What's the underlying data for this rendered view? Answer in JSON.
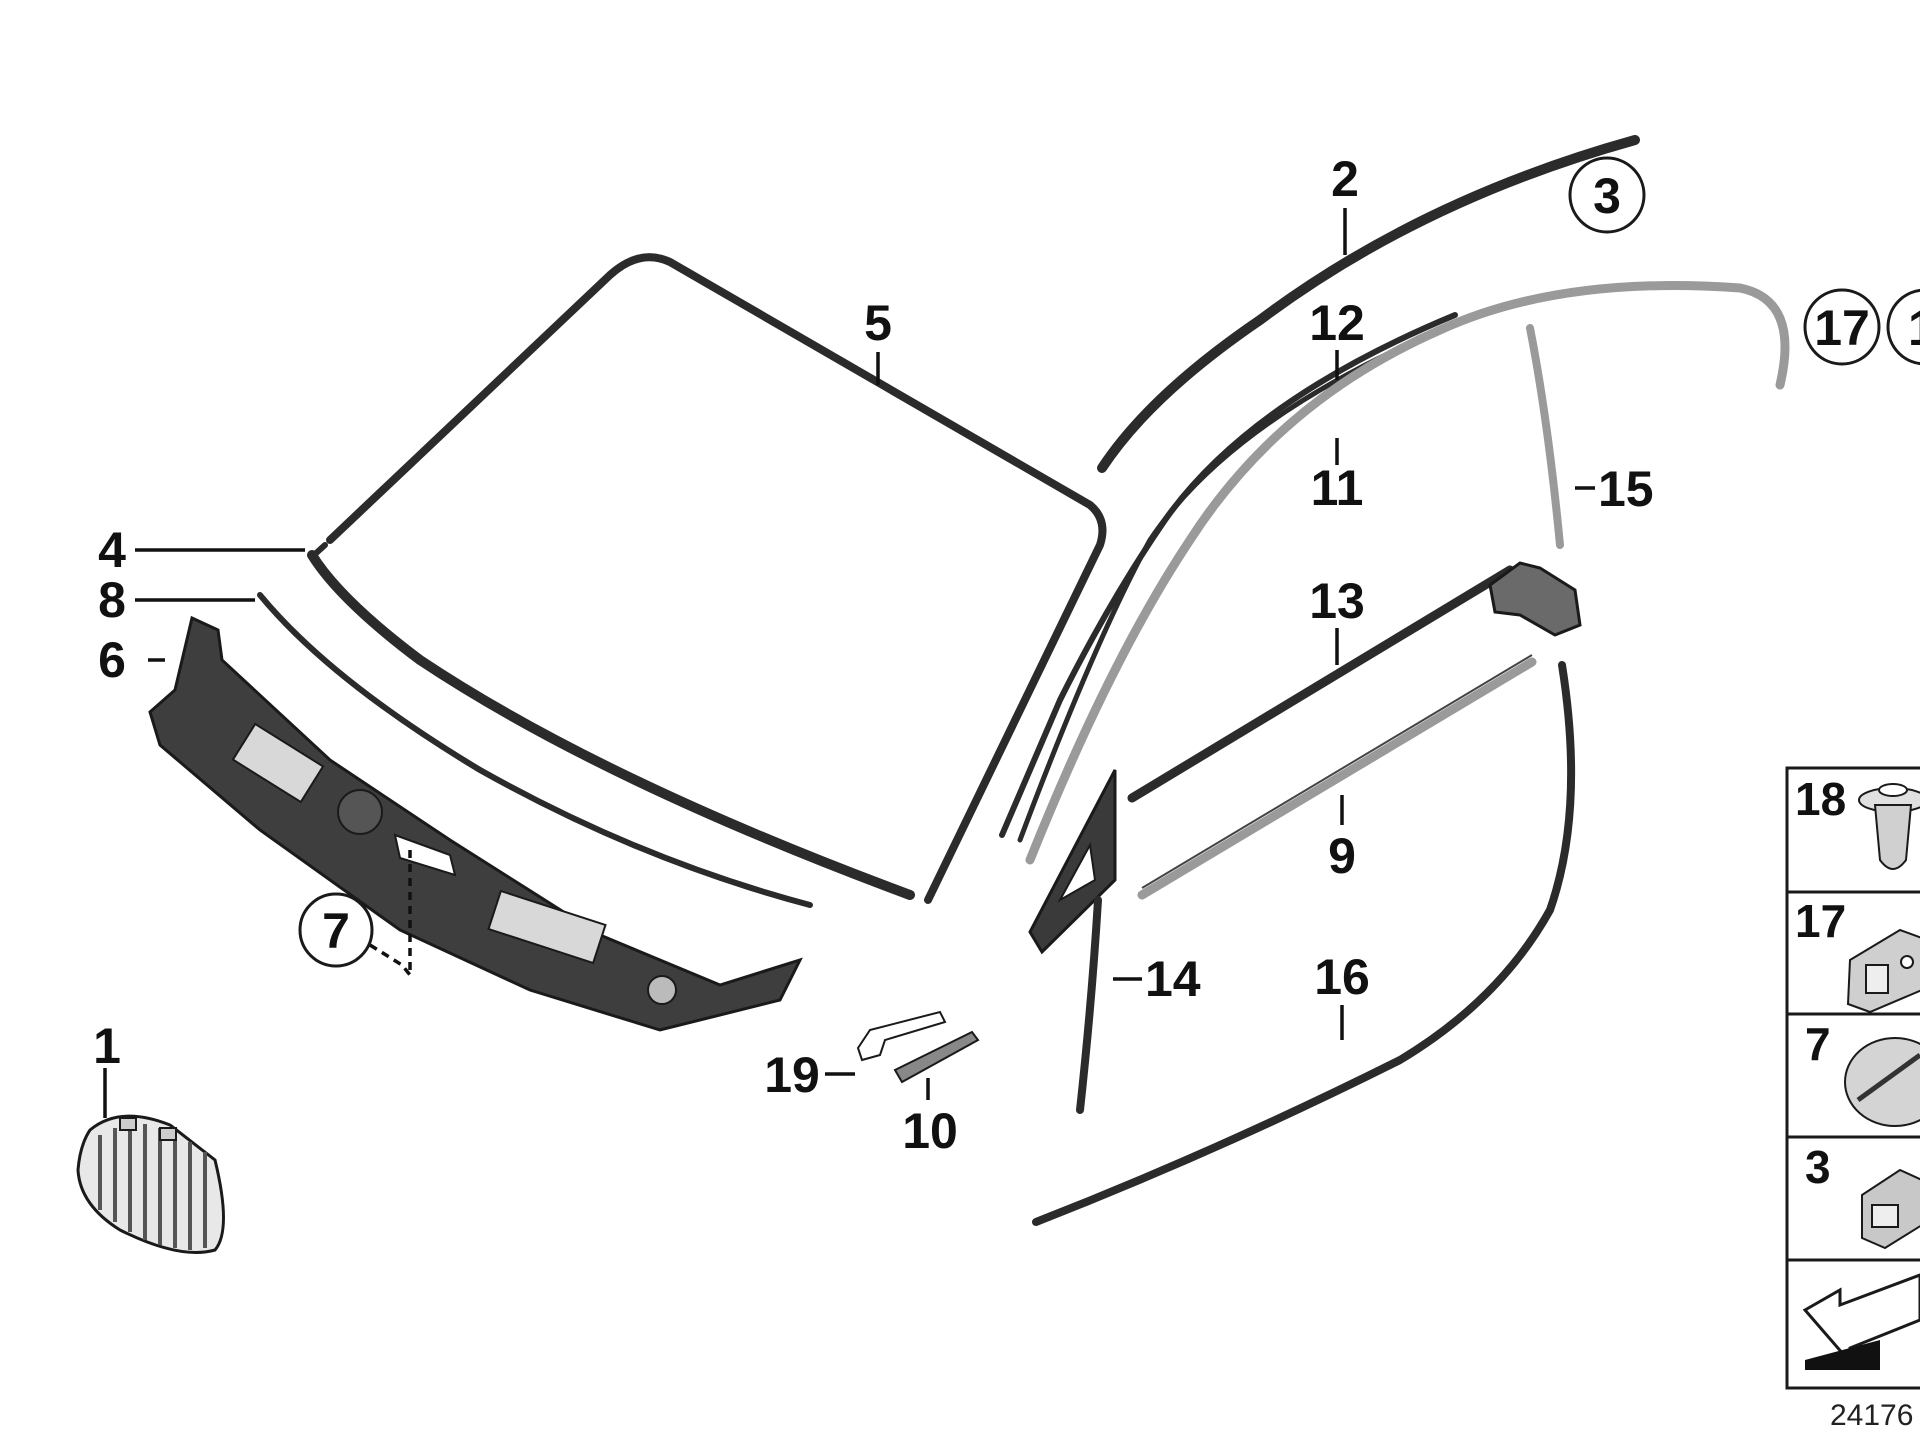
{
  "callouts": {
    "c1": "1",
    "c2": "2",
    "c3": "3",
    "c4": "4",
    "c5": "5",
    "c6": "6",
    "c7": "7",
    "c8": "8",
    "c9": "9",
    "c10": "10",
    "c11": "11",
    "c12": "12",
    "c13": "13",
    "c14": "14",
    "c15": "15",
    "c16": "16",
    "c17": "17",
    "c17b": "1",
    "c19": "19"
  },
  "inset": {
    "rows": [
      {
        "label": "18",
        "icon": "push-rivet-icon"
      },
      {
        "label": "17",
        "icon": "clip-bracket-icon"
      },
      {
        "label": "7",
        "icon": "round-cap-icon"
      },
      {
        "label": "3",
        "icon": "square-clip-icon"
      },
      {
        "label": "",
        "icon": "direction-arrow-icon"
      }
    ]
  },
  "drawing_number": "24176",
  "colors": {
    "line": "#2b2b2b",
    "part_fill": "#3e3e3e",
    "trim_grey": "#9a9a9a"
  }
}
